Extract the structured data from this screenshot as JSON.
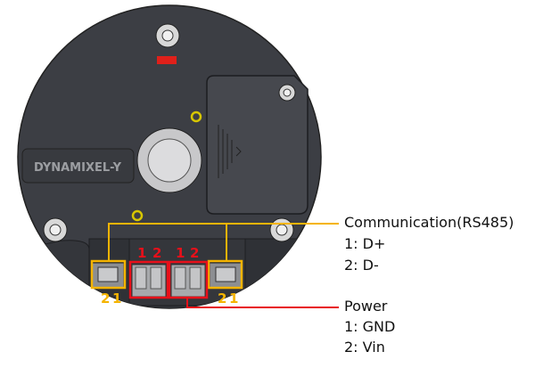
{
  "device": {
    "logo_text": "DYNAMIXEL-Y"
  },
  "pins": {
    "comm_left": [
      "2",
      "1"
    ],
    "power_left": [
      "1",
      "2"
    ],
    "power_right": [
      "1",
      "2"
    ],
    "comm_right": [
      "2",
      "1"
    ]
  },
  "communication": {
    "title": "Communication(RS485)",
    "pin1": "1: D+",
    "pin2": "2: D-"
  },
  "power": {
    "title": "Power",
    "pin1": "1: GND",
    "pin2": "2: Vin"
  },
  "colors": {
    "comm": "#f5b400",
    "power": "#e8101a",
    "body": "#3c3e44",
    "mark": "#e0201a"
  }
}
